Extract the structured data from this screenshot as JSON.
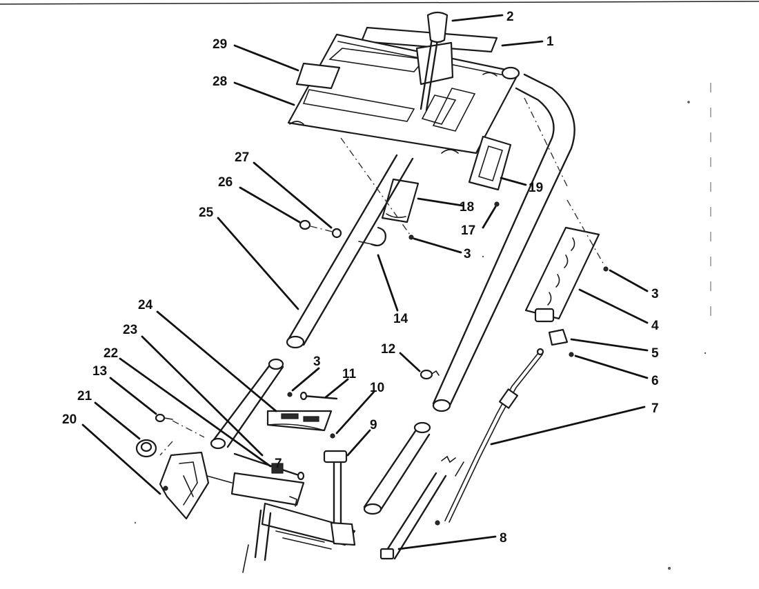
{
  "callouts": {
    "n1": "1",
    "n2": "2",
    "n3a": "3",
    "n3b": "3",
    "n3c": "3",
    "n4": "4",
    "n5": "5",
    "n6": "6",
    "n7a": "7",
    "n7b": "7",
    "n8": "8",
    "n9": "9",
    "n10": "10",
    "n11": "11",
    "n12": "12",
    "n13": "13",
    "n14": "14",
    "n17": "17",
    "n18": "18",
    "n19": "19",
    "n20": "20",
    "n21": "21",
    "n22": "22",
    "n23": "23",
    "n24": "24",
    "n25": "25",
    "n26": "26",
    "n27": "27",
    "n28": "28",
    "n29": "29"
  },
  "colors": {
    "ink": "#1a1a1a",
    "paper": "#ffffff"
  }
}
